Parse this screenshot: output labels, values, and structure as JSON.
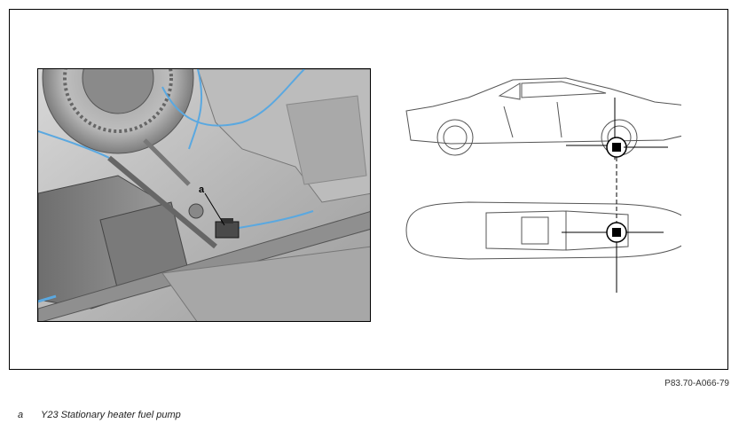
{
  "figure": {
    "callout_letter": "a",
    "reference_code": "P83.70-A066-79"
  },
  "legend": [
    {
      "key": "a",
      "text": "Y23 Stationary heater fuel pump"
    }
  ]
}
